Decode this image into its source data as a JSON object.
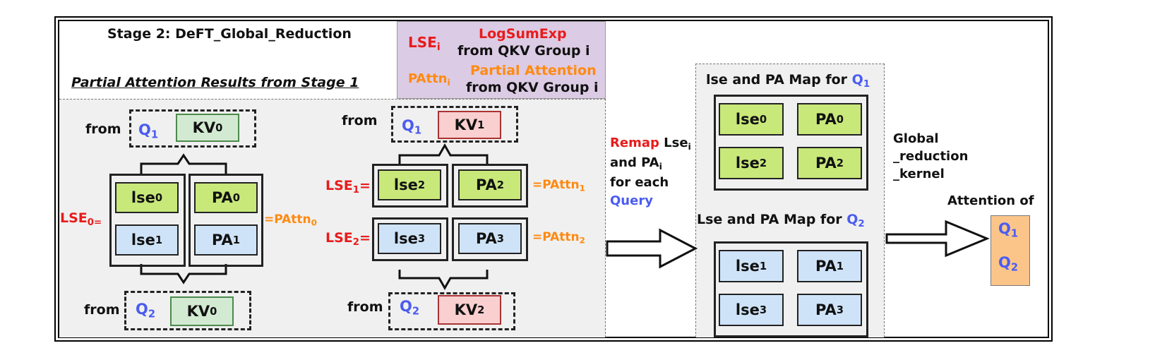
{
  "title": "Stage 2: DeFT_Global_Reduction",
  "subtitle": "Partial Attention Results from Stage 1",
  "legend": {
    "lse_symbol": "LSE",
    "lse_sub": "i",
    "lse_name": "LogSumExp",
    "lse_desc": "from QKV Group i",
    "pattn_symbol": "PAttn",
    "pattn_sub": "i",
    "pattn_name": "Partial Attention",
    "pattn_desc": "from QKV Group i"
  },
  "group0": {
    "from_top": "from",
    "q_top": "Q",
    "q_top_sub": "1",
    "kv_top": "KV",
    "kv_top_sub": "0",
    "lse_label": "LSE",
    "lse_sub": "0=",
    "pattn_label": "=PAttn",
    "pattn_sub": "0",
    "cells": [
      {
        "name": "lse",
        "sub": "0"
      },
      {
        "name": "PA",
        "sub": "0"
      },
      {
        "name": "lse",
        "sub": "1"
      },
      {
        "name": "PA",
        "sub": "1"
      }
    ],
    "from_bot": "from",
    "q_bot": "Q",
    "q_bot_sub": "2",
    "kv_bot": "KV",
    "kv_bot_sub": "0"
  },
  "group1": {
    "from_top": "from",
    "q_top": "Q",
    "q_top_sub": "1",
    "kv_top": "KV",
    "kv_top_sub": "1",
    "row1_lse_label": "LSE",
    "row1_lse_sub": "1",
    "row1_eq": "=",
    "row1_pattn_label": "=PAttn",
    "row1_pattn_sub": "1",
    "row2_lse_label": "LSE",
    "row2_lse_sub": "2",
    "row2_eq": "=",
    "row2_pattn_label": "=PAttn",
    "row2_pattn_sub": "2",
    "cells": [
      {
        "name": "lse",
        "sub": "2"
      },
      {
        "name": "PA",
        "sub": "2"
      },
      {
        "name": "lse",
        "sub": "3"
      },
      {
        "name": "PA",
        "sub": "3"
      }
    ],
    "from_bot": "from",
    "q_bot": "Q",
    "q_bot_sub": "2",
    "kv_bot": "KV",
    "kv_bot_sub": "2"
  },
  "remap": {
    "word": "Remap",
    "lse": "Lse",
    "lse_sub": "i",
    "and": "and PA",
    "and_sub": "i",
    "for_each": "for each",
    "query": "Query"
  },
  "map_q1": {
    "title": "lse and PA Map for",
    "q": "Q",
    "q_sub": "1",
    "cells": [
      {
        "name": "lse",
        "sub": "0"
      },
      {
        "name": "PA",
        "sub": "0"
      },
      {
        "name": "lse",
        "sub": "2"
      },
      {
        "name": "PA",
        "sub": "2"
      }
    ]
  },
  "map_q2": {
    "title": "Lse and PA Map for",
    "q": "Q",
    "q_sub": "2",
    "cells": [
      {
        "name": "lse",
        "sub": "1"
      },
      {
        "name": "PA",
        "sub": "1"
      },
      {
        "name": "lse",
        "sub": "3"
      },
      {
        "name": "PA",
        "sub": "3"
      }
    ]
  },
  "kernel": {
    "line1": "Global",
    "line2": "_reduction",
    "line3": "_kernel"
  },
  "output": {
    "title": "Attention of",
    "q1": "Q",
    "q1_sub": "1",
    "q2": "Q",
    "q2_sub": "2"
  },
  "colors": {
    "red": "#e81b1b",
    "orange": "#ff8a12",
    "blue": "#4a5cf0",
    "green_cell": "#c8e87a",
    "blue_cell": "#cfe3f8",
    "kv_green": "#d3ead2",
    "kv_pink": "#f9cfd0",
    "legend_bg": "#dccbe4",
    "panel_bg": "#f0f0f0",
    "output_bg": "#fbc58a"
  }
}
